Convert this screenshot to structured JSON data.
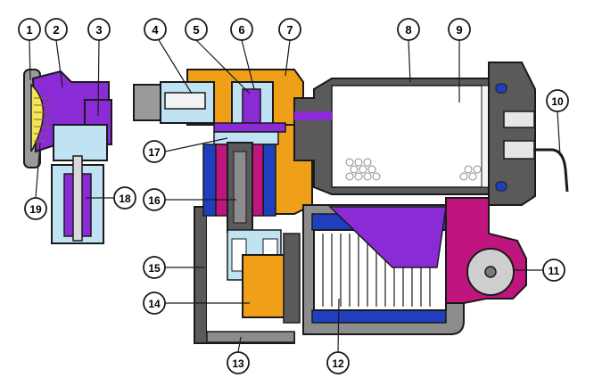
{
  "diagram": {
    "callouts": [
      "1",
      "2",
      "3",
      "4",
      "5",
      "6",
      "7",
      "8",
      "9",
      "10",
      "11",
      "12",
      "13",
      "14",
      "15",
      "16",
      "17",
      "18",
      "19"
    ]
  },
  "colors": {
    "purple": "#8a2bd6",
    "magenta": "#c0157f",
    "blue": "#1f3fbf",
    "orange": "#f0a018",
    "lightblue": "#bfe3f2",
    "gray": "#8c8c8c",
    "darkgray": "#5a5a5a",
    "yellow": "#f6e45a",
    "outline": "#1a1a1a"
  }
}
